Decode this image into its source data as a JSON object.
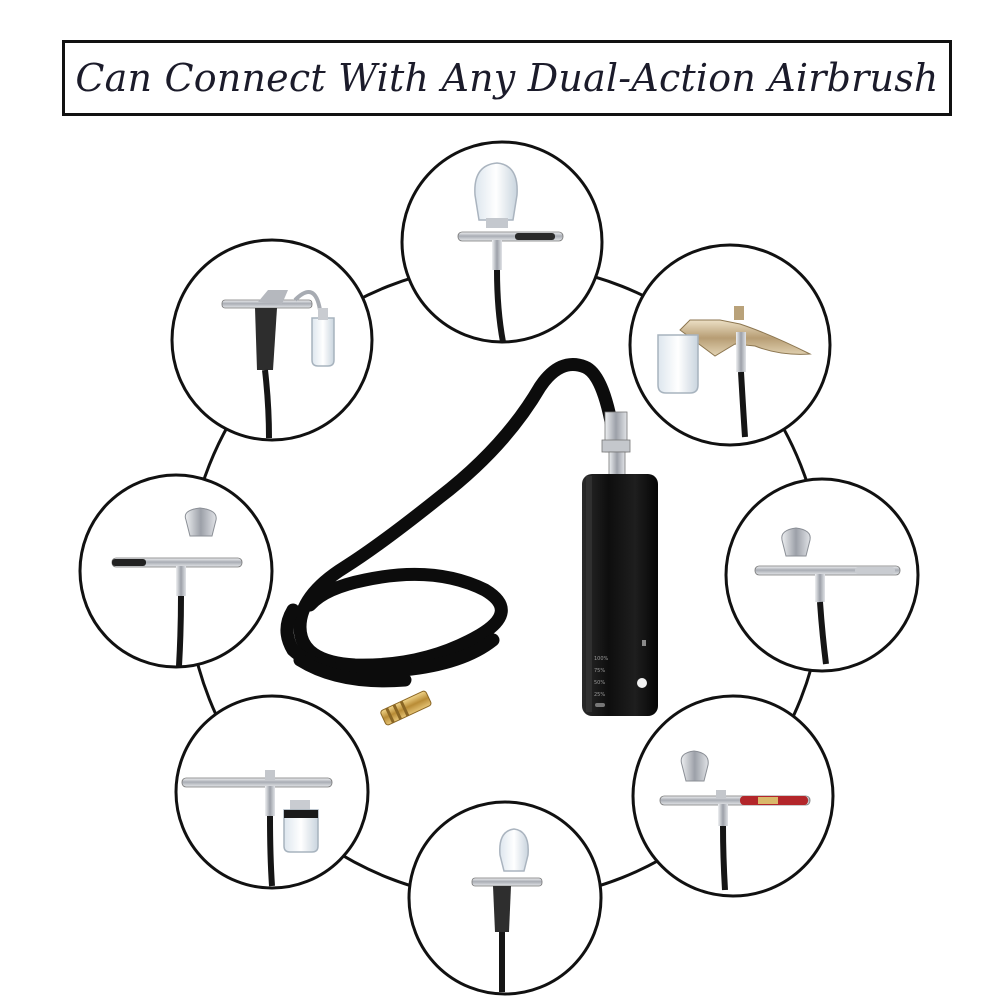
{
  "banner": {
    "title": "Can Connect With Any Dual-Action Airbrush"
  },
  "pump": {
    "levels": [
      "100%",
      "75%",
      "50%",
      "25%"
    ]
  },
  "airbrushes": [
    {
      "icon": "gravity-feed-airbrush-icon"
    },
    {
      "icon": "siphon-bottle-airbrush-icon"
    },
    {
      "icon": "trigger-pistol-airbrush-icon"
    },
    {
      "icon": "gravity-cup-airbrush-icon"
    },
    {
      "icon": "gravity-cup-airbrush-icon"
    },
    {
      "icon": "side-bottle-airbrush-icon"
    },
    {
      "icon": "red-handle-airbrush-icon"
    },
    {
      "icon": "pistol-grip-airbrush-icon"
    }
  ],
  "colors": {
    "outline": "#111111",
    "hose": "#0c0c0c",
    "chrome": "#b9bcc2",
    "brass": "#c79a45",
    "gold_accent": "#c8b08a",
    "pump_body": "#151515"
  }
}
